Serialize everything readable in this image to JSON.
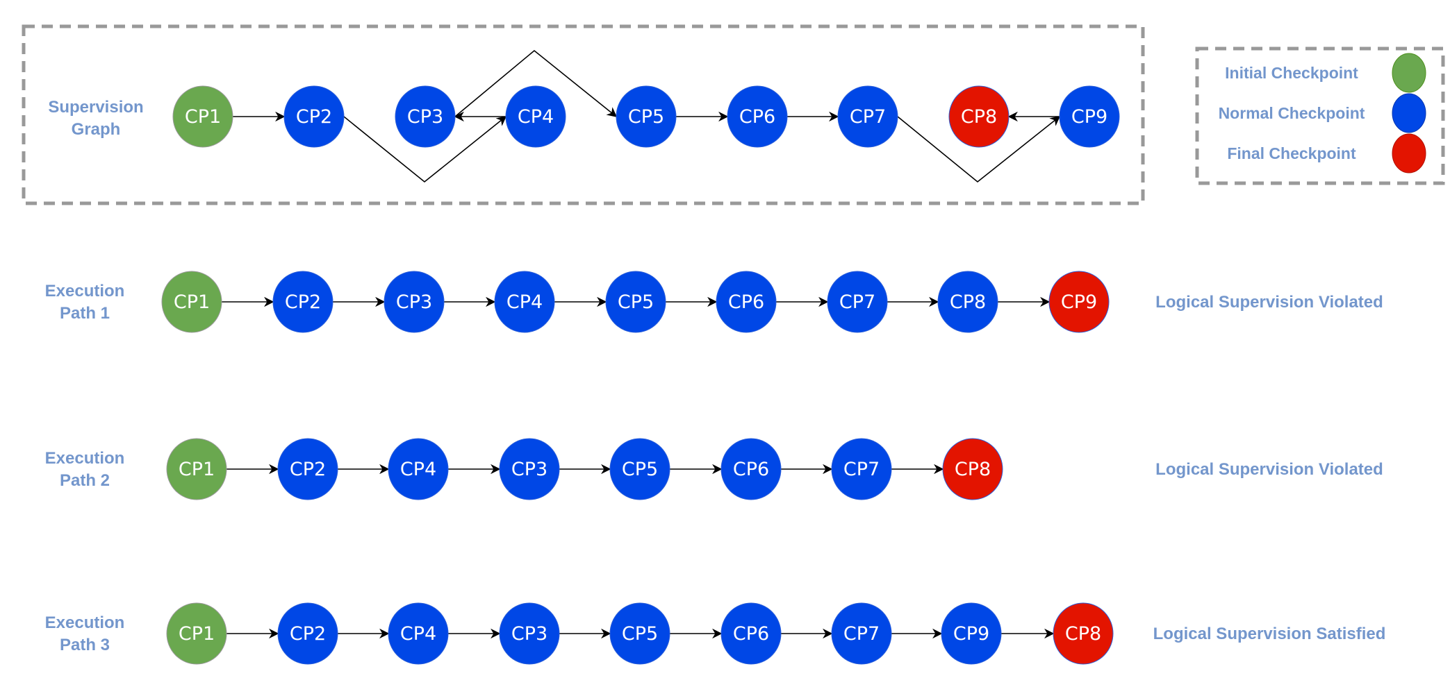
{
  "colors": {
    "initial": "#6aa84f",
    "normal": "#0047e6",
    "final": "#e31400",
    "label": "#7396cc",
    "border": "#999999"
  },
  "supervision_graph": {
    "title_line1": "Supervision",
    "title_line2": "Graph",
    "nodes": [
      {
        "id": "CP1",
        "type": "initial"
      },
      {
        "id": "CP2",
        "type": "normal"
      },
      {
        "id": "CP3",
        "type": "normal"
      },
      {
        "id": "CP4",
        "type": "normal"
      },
      {
        "id": "CP5",
        "type": "normal"
      },
      {
        "id": "CP6",
        "type": "normal"
      },
      {
        "id": "CP7",
        "type": "normal"
      },
      {
        "id": "CP8",
        "type": "final"
      },
      {
        "id": "CP9",
        "type": "normal"
      }
    ],
    "edges": [
      {
        "from": "CP1",
        "to": "CP2"
      },
      {
        "from": "CP2",
        "to": "CP4"
      },
      {
        "from": "CP4",
        "to": "CP3"
      },
      {
        "from": "CP3",
        "to": "CP5"
      },
      {
        "from": "CP5",
        "to": "CP6"
      },
      {
        "from": "CP6",
        "to": "CP7"
      },
      {
        "from": "CP7",
        "to": "CP9"
      },
      {
        "from": "CP9",
        "to": "CP8"
      }
    ]
  },
  "legend": [
    {
      "label": "Initial Checkpoint",
      "type": "initial"
    },
    {
      "label": "Normal Checkpoint",
      "type": "normal"
    },
    {
      "label": "Final Checkpoint",
      "type": "final"
    }
  ],
  "paths": [
    {
      "line1": "Execution",
      "line2": "Path 1",
      "nodes": [
        "CP1",
        "CP2",
        "CP3",
        "CP4",
        "CP5",
        "CP6",
        "CP7",
        "CP8",
        "CP9"
      ],
      "final": "CP9",
      "result": "Logical Supervision Violated"
    },
    {
      "line1": "Execution",
      "line2": "Path 2",
      "nodes": [
        "CP1",
        "CP2",
        "CP4",
        "CP3",
        "CP5",
        "CP6",
        "CP7",
        "CP8"
      ],
      "final": "CP8",
      "result": "Logical Supervision Violated"
    },
    {
      "line1": "Execution",
      "line2": "Path 3",
      "nodes": [
        "CP1",
        "CP2",
        "CP4",
        "CP3",
        "CP5",
        "CP6",
        "CP7",
        "CP9",
        "CP8"
      ],
      "final": "CP8",
      "result": "Logical Supervision Satisfied"
    }
  ]
}
